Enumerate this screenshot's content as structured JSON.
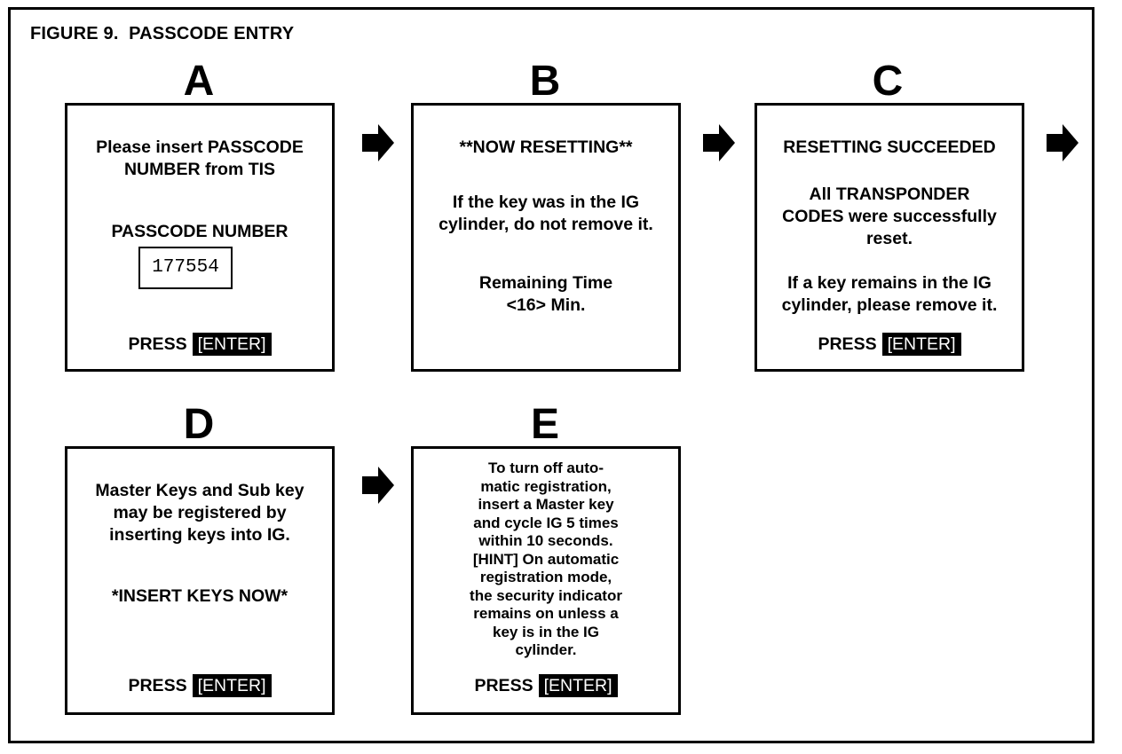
{
  "figure_title": "FIGURE 9.  PASSCODE ENTRY",
  "panels": {
    "a": {
      "letter": "A",
      "lines": [
        "Please insert PASSCODE",
        "NUMBER from TIS"
      ],
      "passcode_label": "PASSCODE NUMBER",
      "passcode_value": "177554",
      "press": "PRESS",
      "enter": "[ENTER]"
    },
    "b": {
      "letter": "B",
      "heading": "**NOW RESETTING**",
      "lines": [
        "If the key was in the IG",
        "cylinder, do not remove it."
      ],
      "remaining": [
        "Remaining Time",
        "<16> Min."
      ]
    },
    "c": {
      "letter": "C",
      "heading": "RESETTING SUCCEEDED",
      "lines": [
        "All TRANSPONDER",
        "CODES were successfully",
        "reset."
      ],
      "lines2": [
        "If a key remains in the IG",
        "cylinder, please remove it."
      ],
      "press": "PRESS",
      "enter": "[ENTER]"
    },
    "d": {
      "letter": "D",
      "lines": [
        "Master Keys and Sub key",
        "may be registered by",
        "inserting keys into IG."
      ],
      "insert_now": "*INSERT KEYS NOW*",
      "press": "PRESS",
      "enter": "[ENTER]"
    },
    "e": {
      "letter": "E",
      "lines": [
        "To turn off auto-",
        "matic registration,",
        "insert a Master key",
        "and cycle IG 5 times",
        "within 10 seconds.",
        "[HINT] On automatic",
        "registration mode,",
        "the security indicator",
        "remains on unless a",
        "key is in the IG",
        "cylinder."
      ],
      "press": "PRESS",
      "enter": "[ENTER]"
    }
  },
  "arrow_icon": "right-arrow-icon"
}
